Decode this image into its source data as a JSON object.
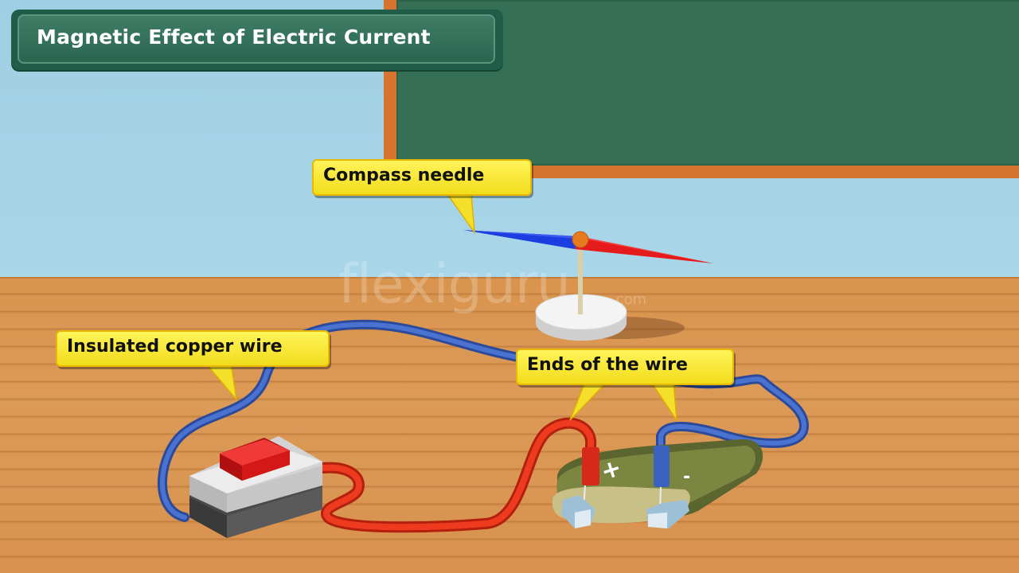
{
  "title": "Magnetic Effect of Electric Current",
  "labels": {
    "compass_needle": "Compass needle",
    "insulated_copper_wire": "Insulated copper wire",
    "ends_of_wire": "Ends of the wire"
  },
  "battery": {
    "plus": "+",
    "minus": "-"
  },
  "watermark": {
    "brand": "flexiguru",
    "suffix": ".com"
  },
  "colors": {
    "chalkboard": "#356f55",
    "callout": "#f5e42a",
    "wire_blue": "#3a5fb8",
    "wire_red": "#e03018",
    "needle_red": "#e51b1b",
    "needle_blue": "#1c3de0",
    "switch_button": "#e82020",
    "battery": "#6f7a3c"
  }
}
